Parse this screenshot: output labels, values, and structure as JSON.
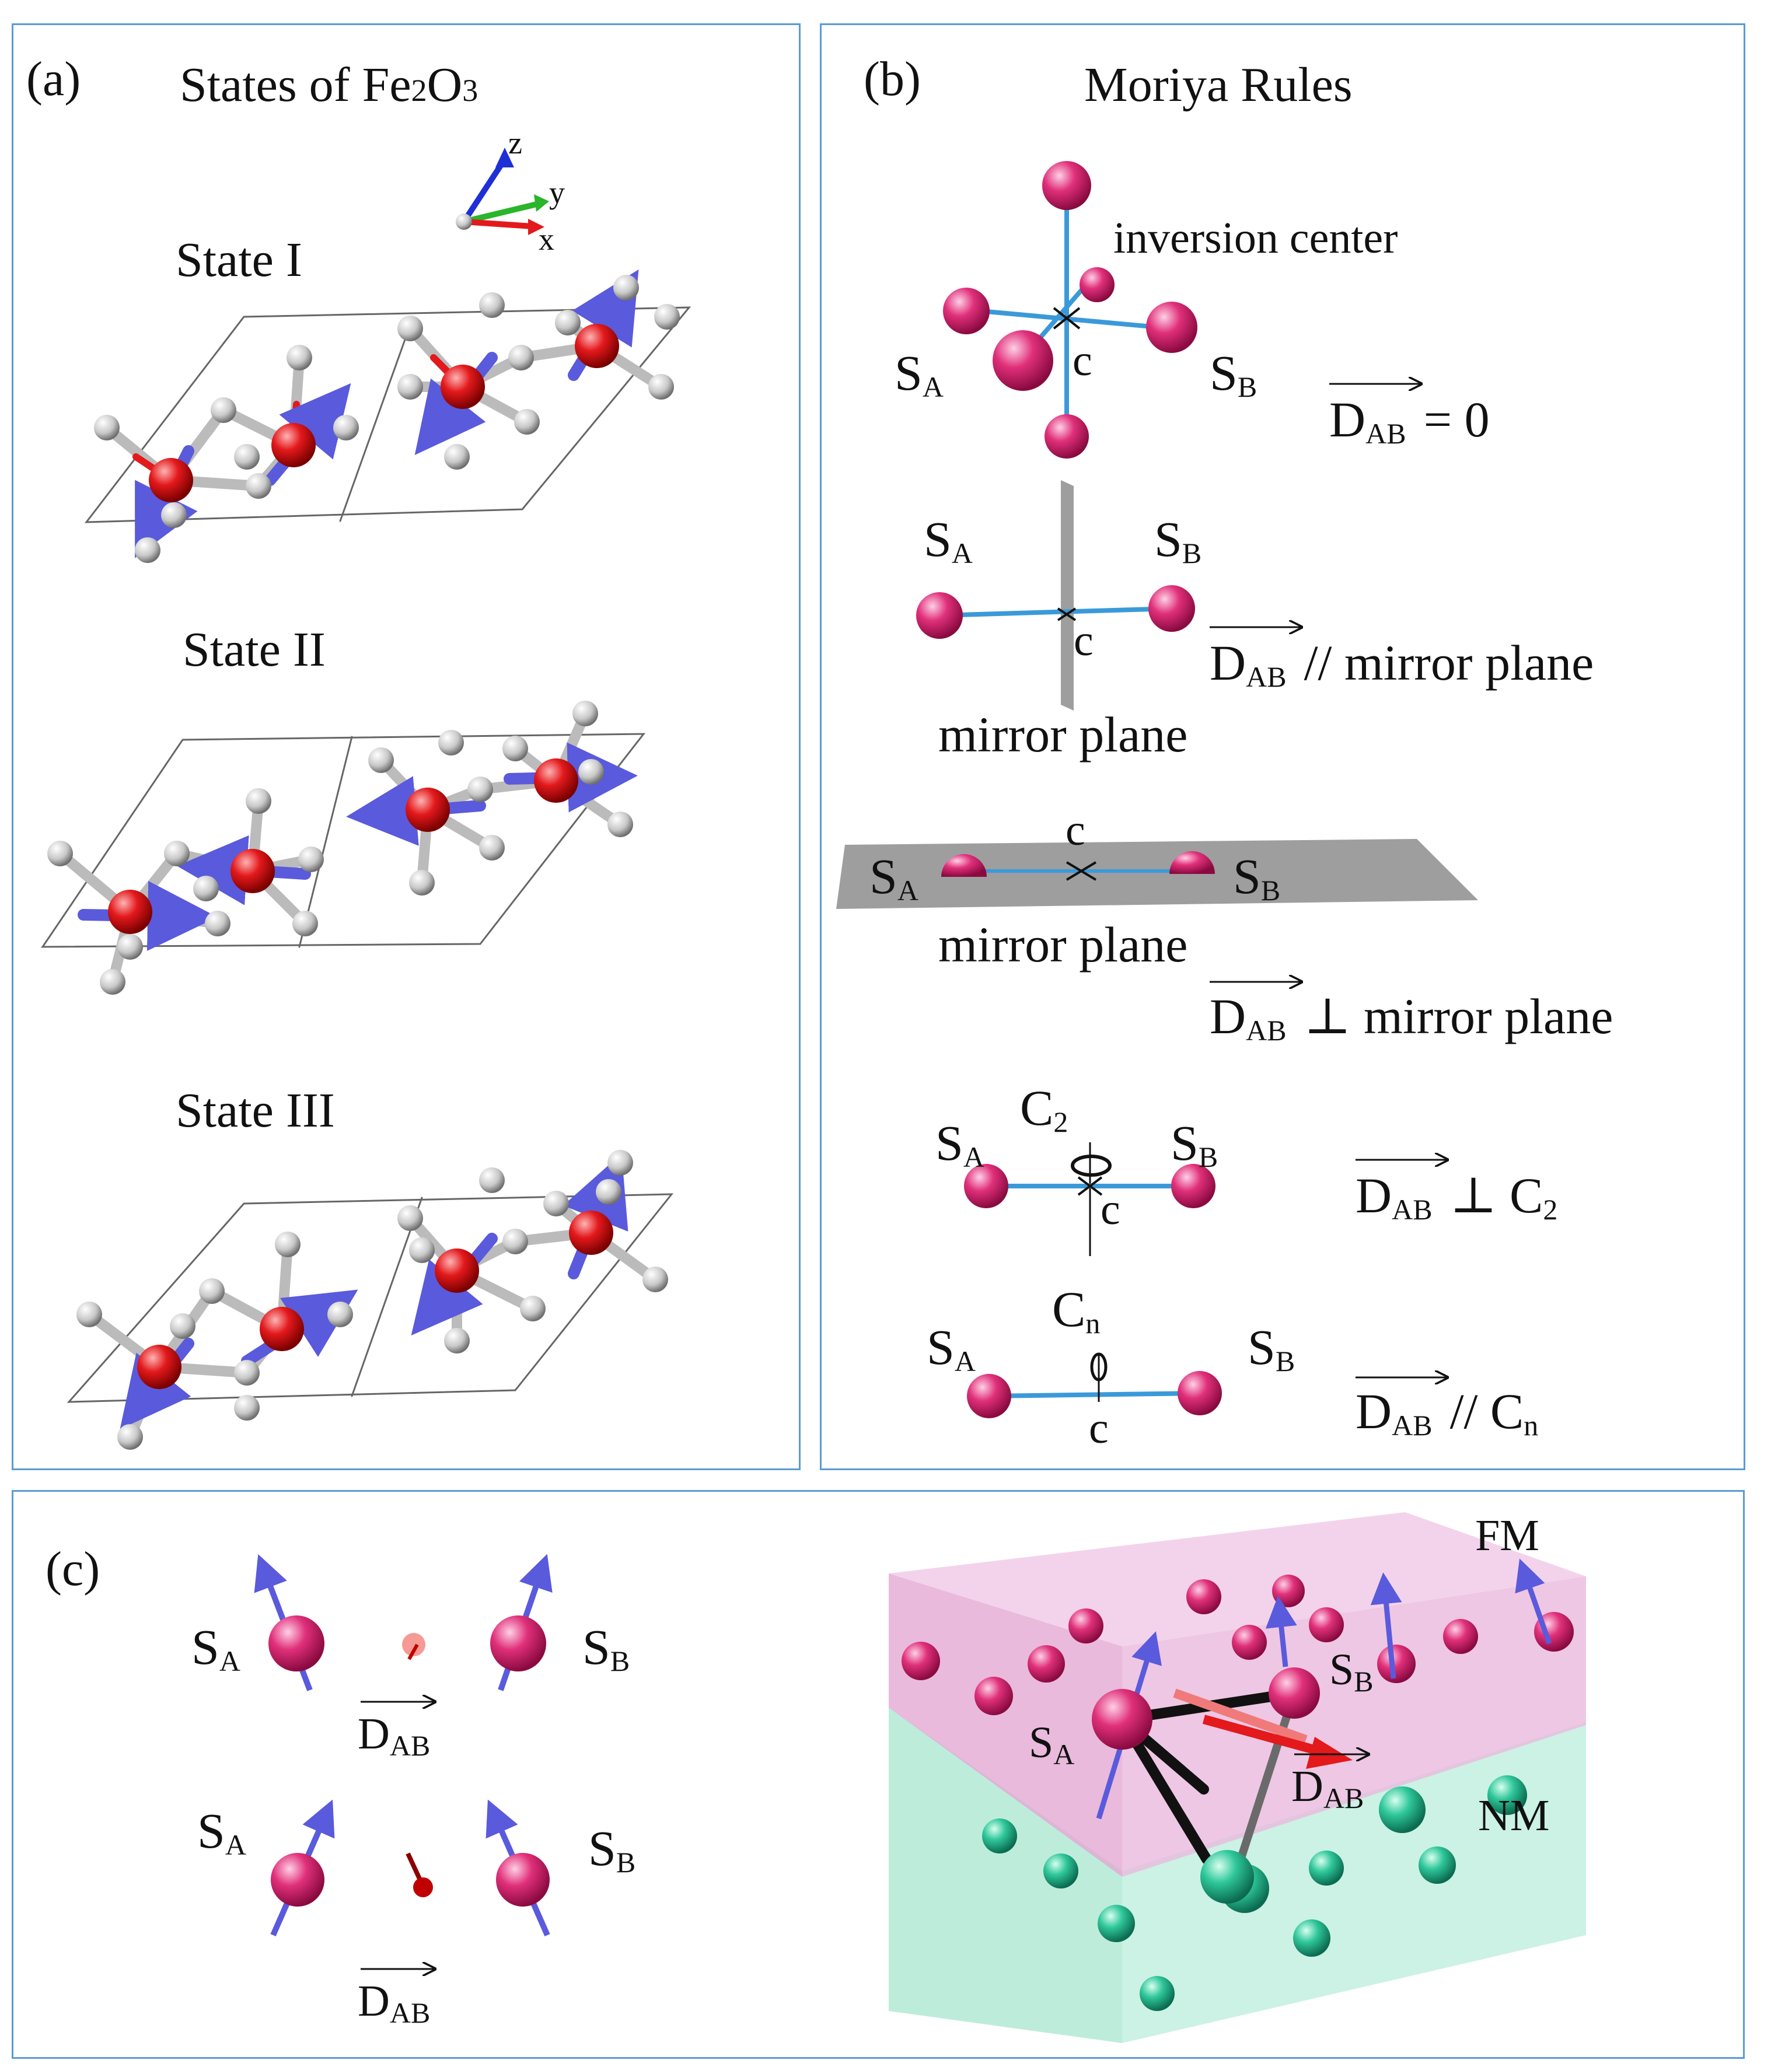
{
  "panel_a": {
    "label": "(a)",
    "title_main": "States of Fe",
    "title_sub1": "2",
    "title_mid": "O",
    "title_sub2": "3",
    "axes": {
      "z": "z",
      "y": "y",
      "x": "x"
    },
    "states": [
      "State I",
      "State II",
      "State III"
    ]
  },
  "panel_b": {
    "label": "(b)",
    "title": "Moriya Rules",
    "center_label": "c",
    "spin_a": "S",
    "spin_b": "S",
    "sub_a": "A",
    "sub_b": "B",
    "d_letter": "D",
    "d_sub": "AB",
    "rules": [
      {
        "annotation": "inversion center",
        "relation": "= 0"
      },
      {
        "annotation": "mirror plane",
        "relation": "// mirror plane"
      },
      {
        "annotation": "mirror plane",
        "relation": "⊥ mirror plane"
      },
      {
        "annotation": "C",
        "annotation_sub": "2",
        "relation_symbol": "⊥ C",
        "relation_sub": "2"
      },
      {
        "annotation": "C",
        "annotation_sub": "n",
        "relation_symbol": "// C",
        "relation_sub": "n"
      }
    ]
  },
  "panel_c": {
    "label": "(c)",
    "spin_a": "S",
    "spin_b": "S",
    "sub_a": "A",
    "sub_b": "B",
    "d_letter": "D",
    "d_sub": "AB",
    "layer_top": "FM",
    "layer_bottom": "NM"
  },
  "colors": {
    "frame": "#5b9bd5",
    "fe_atom": "#e3191c",
    "o_atom": "#c8c8c8",
    "spin_arrow": "#5a5adc",
    "spin_ball": "#e0307a",
    "bond": "#3a9ad9",
    "fm_layer": "#e4a9d3",
    "nm_layer": "#a8e6cf"
  }
}
